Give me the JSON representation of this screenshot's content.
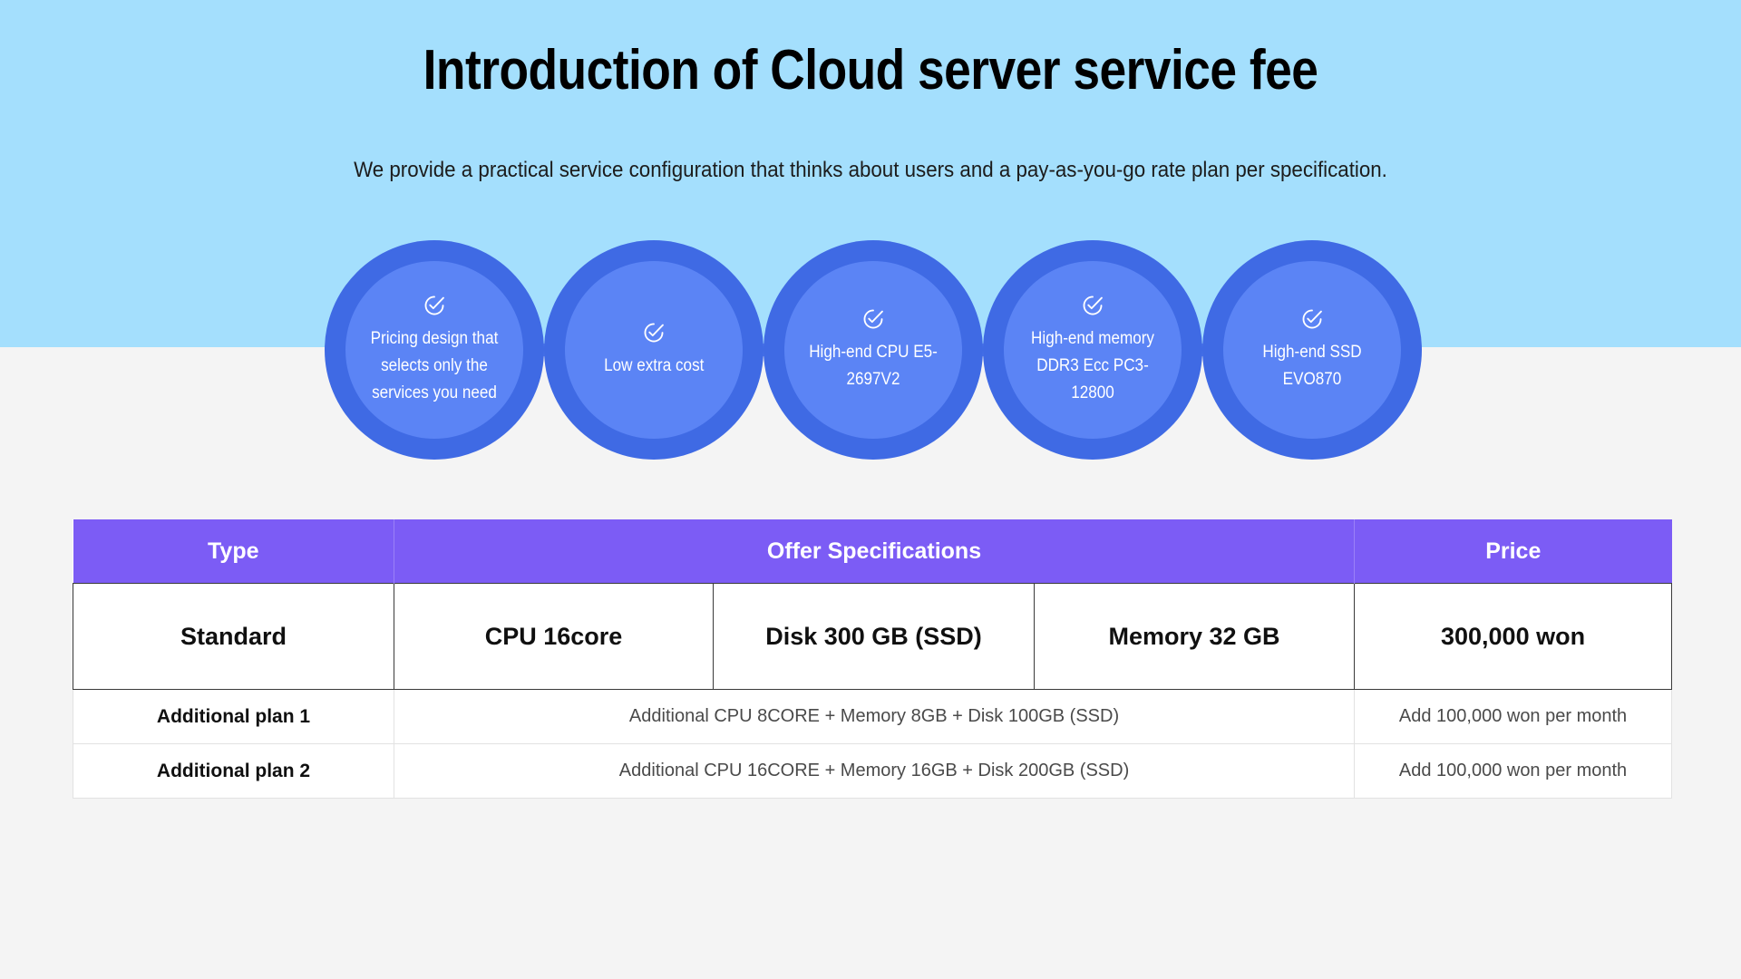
{
  "hero": {
    "title": "Introduction of Cloud server service fee",
    "subtitle": "We provide a practical service configuration that thinks about users and a pay-as-you-go rate plan per specification.",
    "background_color": "#a4dffd"
  },
  "page": {
    "background_color": "#f4f4f4"
  },
  "features": {
    "icon_name": "check-circle-icon",
    "ring_color": "#3f6ae4",
    "inner_color": "#5b84f5",
    "items": [
      {
        "label": "Pricing design that selects only the services you need",
        "multiline": true
      },
      {
        "label": "Low extra cost",
        "multiline": false
      },
      {
        "label": "High-end CPU\nE5-2697V2",
        "multiline": true
      },
      {
        "label": "High-end memory DDR3 Ecc PC3-12800",
        "multiline": true
      },
      {
        "label": "High-end SSD\nEVO870",
        "multiline": true
      }
    ]
  },
  "pricing_table": {
    "header_color": "#7c5cf5",
    "headers": {
      "type": "Type",
      "specifications": "Offer Specifications",
      "price": "Price"
    },
    "standard_row": {
      "type": "Standard",
      "cpu": "CPU 16core",
      "disk": "Disk 300 GB (SSD)",
      "memory": "Memory 32 GB",
      "price": "300,000 won"
    },
    "addon_rows": [
      {
        "type": "Additional plan 1",
        "spec": "Additional CPU 8CORE + Memory 8GB + Disk 100GB (SSD)",
        "price": "Add 100,000 won per month"
      },
      {
        "type": "Additional plan 2",
        "spec": "Additional CPU 16CORE + Memory 16GB + Disk 200GB (SSD)",
        "price": "Add 100,000 won per month"
      }
    ]
  }
}
